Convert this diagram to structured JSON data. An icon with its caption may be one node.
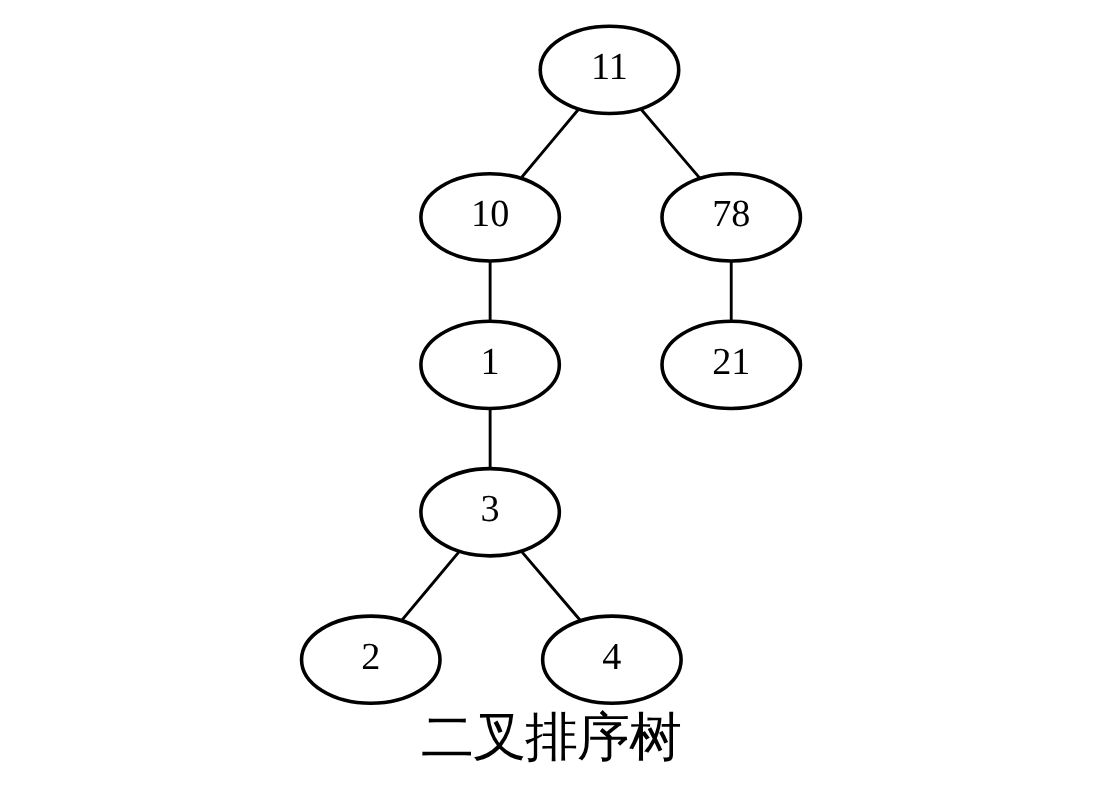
{
  "diagram": {
    "caption": "二叉排序树",
    "nodes": [
      {
        "text": [
          "11"
        ]
      },
      {
        "text": [
          "10"
        ]
      },
      {
        "text": [
          "78"
        ]
      },
      {
        "text": [
          "1"
        ]
      },
      {
        "text": [
          "21"
        ]
      },
      {
        "text": [
          "3"
        ]
      },
      {
        "text": [
          "2"
        ]
      },
      {
        "text": [
          "4"
        ]
      }
    ],
    "edges": [
      {
        "from": 0,
        "to": 1,
        "arrow": "none"
      },
      {
        "from": 0,
        "to": 2,
        "arrow": "none"
      },
      {
        "from": 1,
        "to": 3,
        "arrow": "none"
      },
      {
        "from": 2,
        "to": 4,
        "arrow": "none"
      },
      {
        "from": 3,
        "to": 5,
        "arrow": "none"
      },
      {
        "from": 5,
        "to": 6,
        "arrow": "none"
      },
      {
        "from": 5,
        "to": 7,
        "arrow": "none"
      }
    ]
  }
}
